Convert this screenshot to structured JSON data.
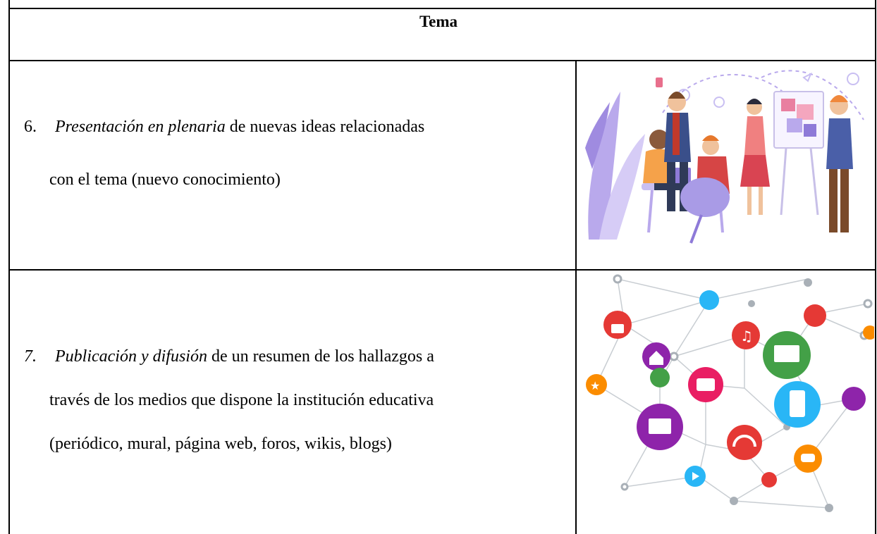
{
  "header": {
    "title": "Tema"
  },
  "rows": [
    {
      "number": "6.",
      "italic": "Presentación en plenaria",
      "rest_line1": " de nuevas ideas relacionadas",
      "line2": "con el tema (nuevo conocimiento)",
      "illustration": "team-brainstorming-illustration"
    },
    {
      "number": "7.",
      "italic": "Publicación y difusión",
      "rest_line1": " de un resumen de los hallazgos a",
      "line2": "través de los medios que dispone la institución educativa",
      "line3": "(periódico, mural, página web, foros, wikis, blogs)",
      "illustration": "social-media-network-illustration"
    }
  ]
}
